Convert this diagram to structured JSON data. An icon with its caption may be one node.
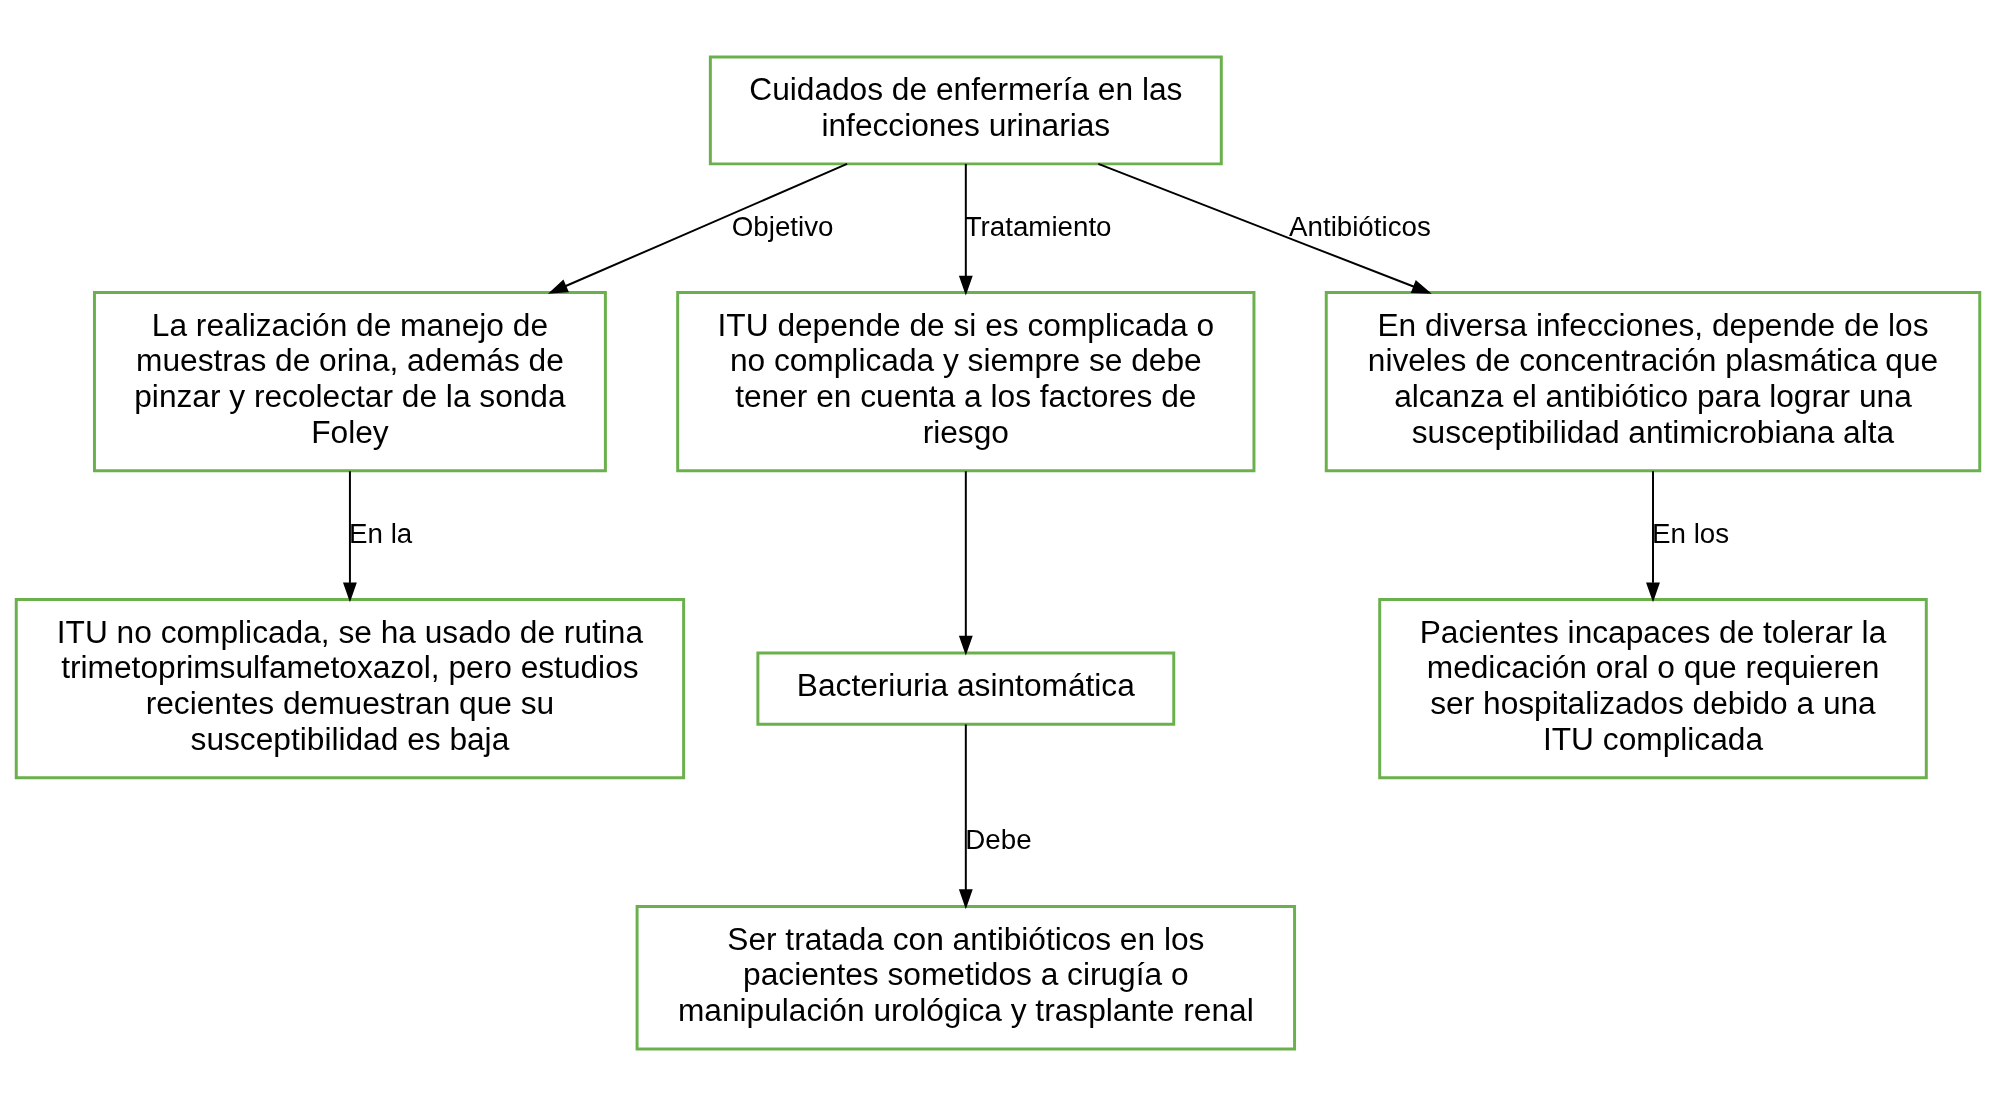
{
  "diagram": {
    "nodes": [
      {
        "text": [
          "Cuidados de enfermería en las infecciones urinarias"
        ]
      },
      {
        "text": [
          "La realización de manejo de muestras de orina, además de pinzar y recolectar de la sonda Foley"
        ]
      },
      {
        "text": [
          "ITU depende de si es complicada o no complicada y siempre se debe tener en cuenta a los factores de riesgo"
        ]
      },
      {
        "text": [
          "En diversa infecciones, depende de los niveles de concentración plasmática que alcanza el antibiótico para lograr una susceptibilidad antimicrobiana alta"
        ]
      },
      {
        "text": [
          "ITU no complicada, se ha usado de rutina trimetoprimsulfametoxazol, pero estudios recientes demuestran que su susceptibilidad es baja"
        ]
      },
      {
        "text": [
          "Bacteriuria asintomática"
        ]
      },
      {
        "text": [
          "Pacientes incapaces de tolerar la medicación oral o que requieren ser hospitalizados debido a una ITU complicada"
        ]
      },
      {
        "text": [
          "Ser tratada con antibióticos en los pacientes sometidos a cirugía o manipulación urológica y trasplante renal"
        ]
      }
    ],
    "edges": [
      {
        "from": 0,
        "to": 1,
        "arrow": "to",
        "label": "Objetivo"
      },
      {
        "from": 0,
        "to": 2,
        "arrow": "to",
        "label": "Tratamiento"
      },
      {
        "from": 0,
        "to": 3,
        "arrow": "to",
        "label": "Antibióticos"
      },
      {
        "from": 1,
        "to": 4,
        "arrow": "to",
        "label": "En la"
      },
      {
        "from": 2,
        "to": 5,
        "arrow": "to"
      },
      {
        "from": 3,
        "to": 6,
        "arrow": "to",
        "label": "En los"
      },
      {
        "from": 5,
        "to": 7,
        "arrow": "to",
        "label": "Debe"
      }
    ]
  }
}
